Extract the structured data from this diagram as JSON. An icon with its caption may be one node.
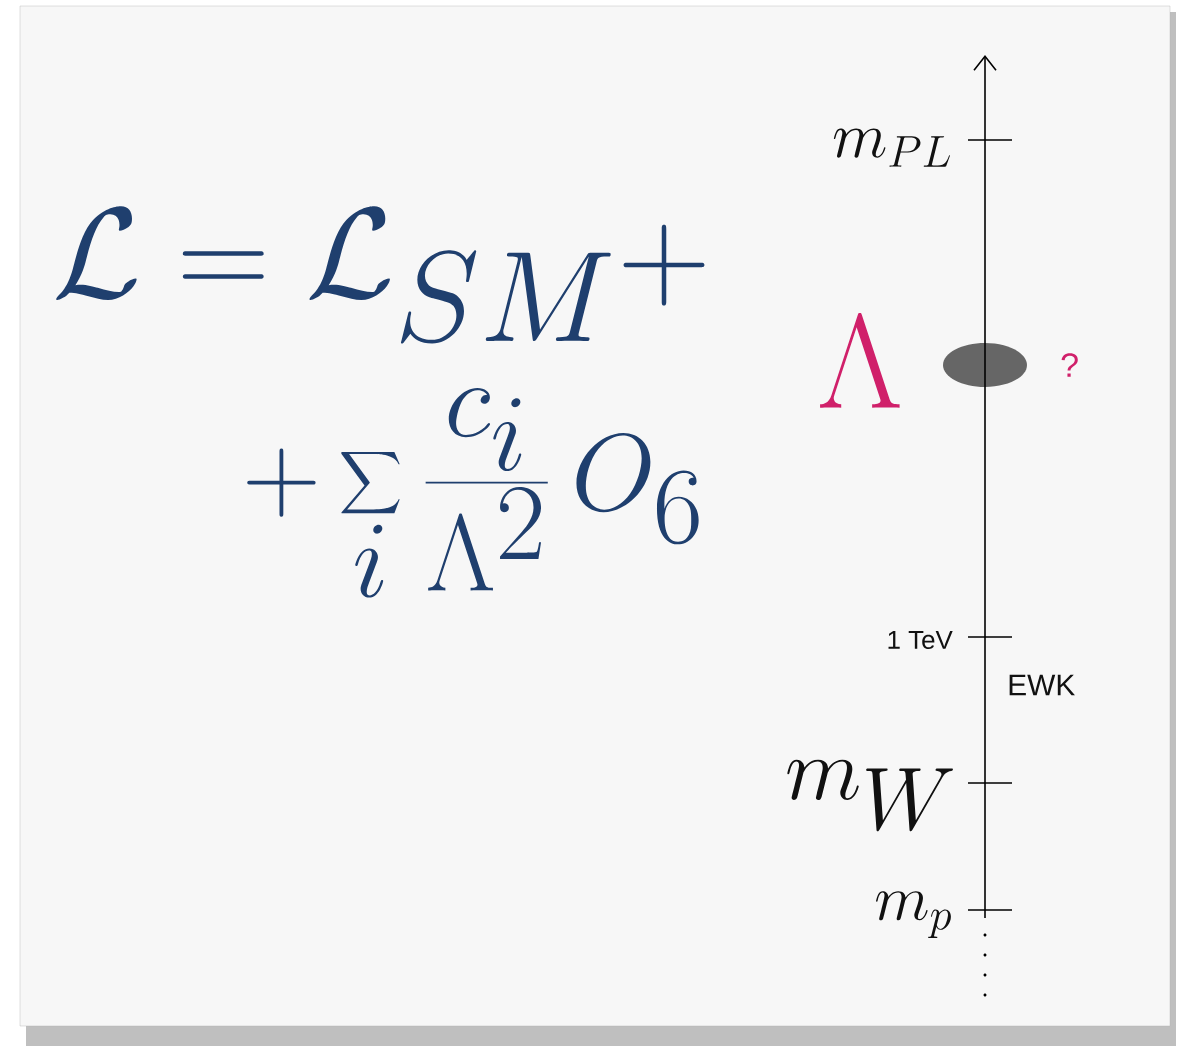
{
  "diagram": {
    "labels": [
      "\\mathcal{L}=\\mathcal{L}_{SM}+",
      "+\\sum_i \\frac{c_i}{\\Lambda^2}\\,O_6",
      "m_{PL}",
      "\\Lambda",
      "?",
      "1 TeV",
      "EWK",
      "m_W",
      "m_p"
    ]
  }
}
